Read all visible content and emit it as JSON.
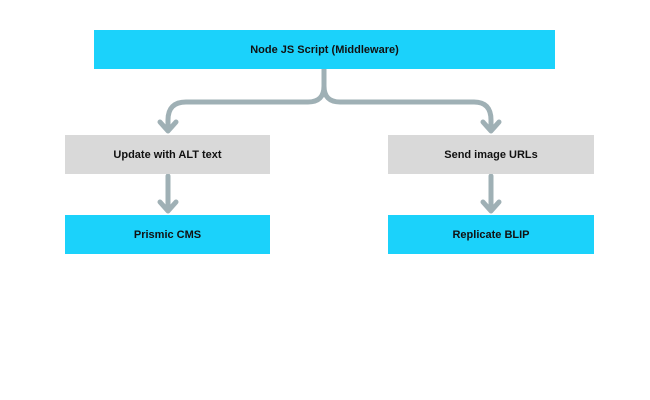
{
  "diagram": {
    "colors": {
      "accent_box": "#1bd2fb",
      "neutral_box": "#d9d9d9",
      "connector": "#9fb0b5"
    },
    "nodes": {
      "middleware": {
        "label": "Node JS Script (Middleware)",
        "style": "accent"
      },
      "update_alt": {
        "label": "Update with ALT text",
        "style": "neutral"
      },
      "send_urls": {
        "label": "Send image URLs",
        "style": "neutral"
      },
      "prismic": {
        "label": "Prismic CMS",
        "style": "accent"
      },
      "replicate": {
        "label": "Replicate BLIP",
        "style": "accent"
      }
    },
    "edges": [
      {
        "from": "middleware",
        "to": "update_alt"
      },
      {
        "from": "middleware",
        "to": "send_urls"
      },
      {
        "from": "update_alt",
        "to": "prismic"
      },
      {
        "from": "send_urls",
        "to": "replicate"
      }
    ]
  }
}
